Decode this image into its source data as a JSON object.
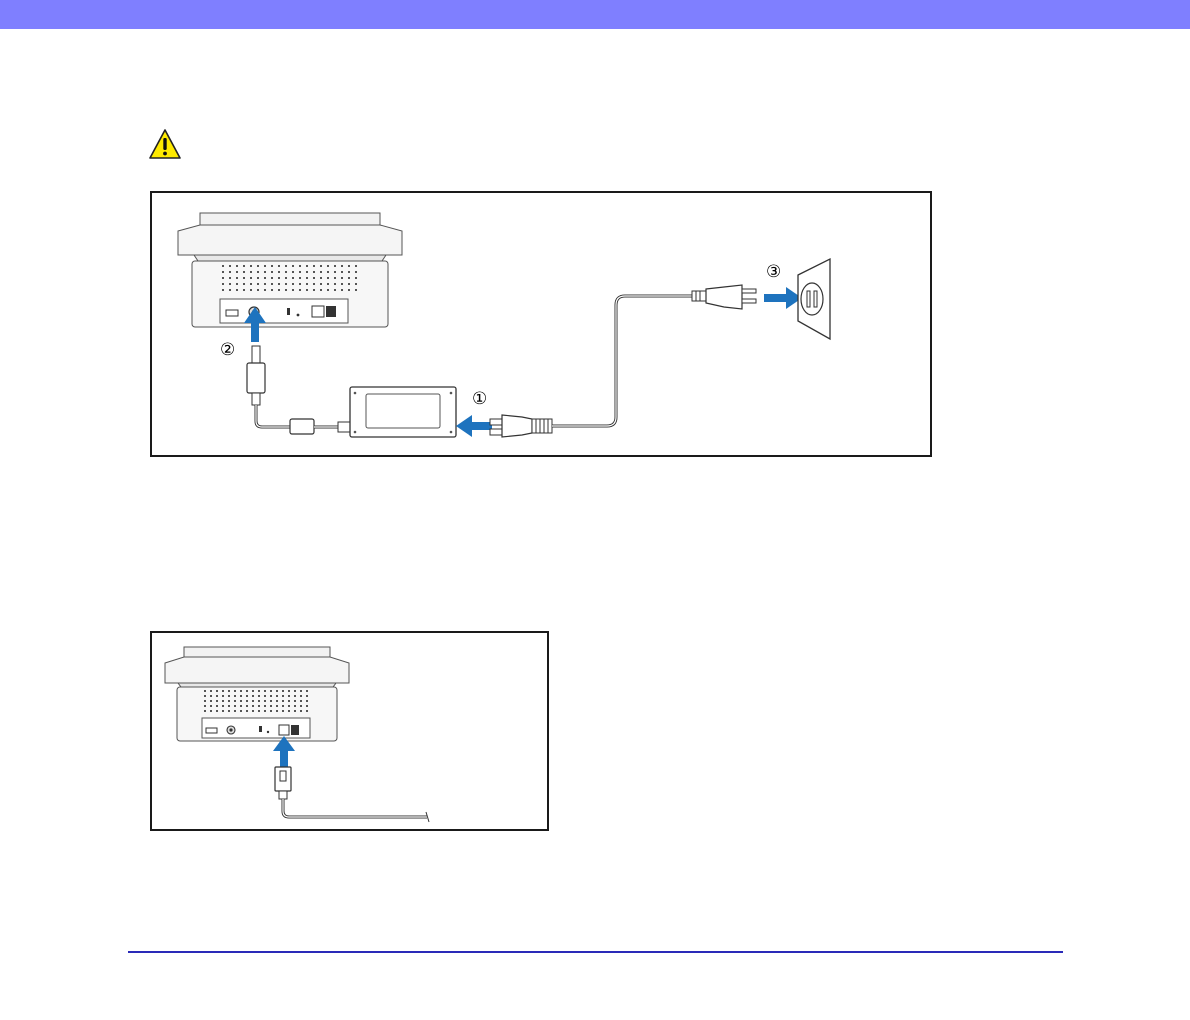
{
  "header": {
    "bar_color": "#7f7fff"
  },
  "warning": {
    "icon": "warning-triangle-icon",
    "fill": "#ffea00"
  },
  "figure1": {
    "labels": {
      "step1": "①",
      "step2": "②",
      "step3": "③"
    },
    "arrow_color": "#1e73be"
  },
  "figure2": {
    "arrow_color": "#1e73be"
  },
  "footer": {
    "rule_color": "#2a2ab8"
  }
}
